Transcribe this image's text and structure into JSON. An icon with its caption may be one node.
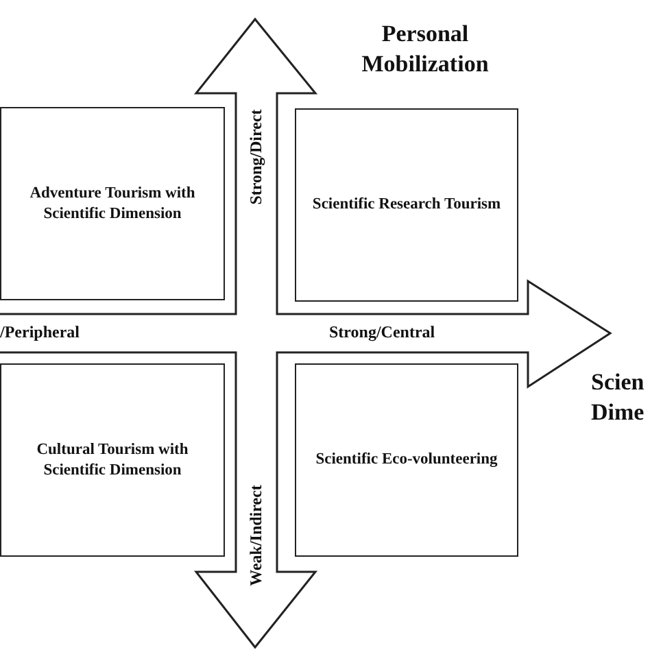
{
  "diagram": {
    "nodes": [
      {
        "text": [
          "Adventure Tourism with Scientific Dimension"
        ]
      },
      {
        "text": [
          "Scientific Research Tourism"
        ]
      },
      {
        "text": [
          "Cultural Tourism with Scientific Dimension"
        ]
      },
      {
        "text": [
          "Scientific Eco-volunteering"
        ]
      }
    ],
    "labels": [
      "Personal Mobilization",
      "Strong/Direct",
      "/Peripheral",
      "Strong/Central",
      "Scien Dime",
      "Weak/Indirect"
    ]
  }
}
